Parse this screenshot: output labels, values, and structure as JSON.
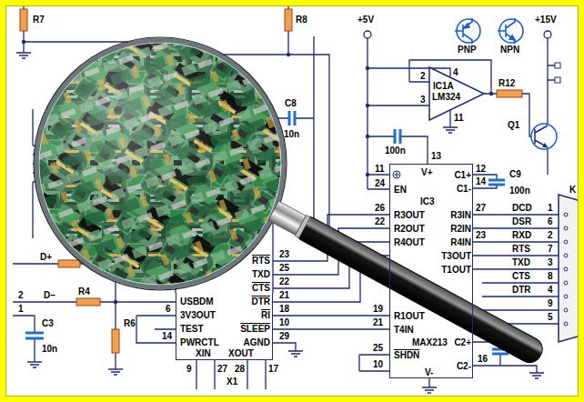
{
  "diagram": {
    "nodes": [
      {
        "text": [
          "IC1A",
          "LM324"
        ]
      },
      {
        "text": [
          "V+",
          "C1+",
          "EN",
          "IC3",
          "C1-",
          "R3OUT",
          "R3IN",
          "R2OUT",
          "R2IN",
          "R4OUT",
          "R4IN",
          "T3OUT",
          "T1OUT",
          "R1OUT",
          "T4IN",
          "MAX213",
          "C2+",
          "SHDN",
          "C2-",
          "V-"
        ]
      },
      {
        "text": [
          "RTS",
          "TXD",
          "CTS",
          "DTR",
          "USBDM",
          "RI",
          "3V3OUT",
          "SLEEP",
          "TEST",
          "AGND",
          "PWRCTL",
          "XIN",
          "XOUT",
          "X1"
        ]
      }
    ],
    "edges": [
      {
        "from": 2,
        "to": 1,
        "arrow": "none"
      },
      {
        "from": 2,
        "to": 1,
        "arrow": "none"
      }
    ],
    "labels": [
      "R7",
      "R8",
      "+5V",
      "+15V",
      "PNP",
      "NPN",
      "C8",
      "10n",
      "4",
      "R12",
      "2",
      "3",
      "11",
      "Q1",
      "100n",
      "13",
      "11",
      "12",
      "24",
      "14",
      "C9",
      "100n",
      "K",
      "26",
      "27",
      "DCD",
      "1",
      "22",
      "DSR",
      "6",
      "23",
      "RXD",
      "2",
      "RTS",
      "7",
      "23",
      "TXD",
      "3",
      "D+",
      "25",
      "CTS",
      "8",
      "22",
      "R4",
      "D–",
      "2",
      "DTR",
      "4",
      "21",
      "1",
      "6",
      "18",
      "19",
      "9",
      "R6",
      "C3",
      "10",
      "21",
      "5",
      "14",
      "29",
      "10n",
      "25",
      "16",
      "10",
      "9",
      "27",
      "28",
      "17"
    ]
  }
}
